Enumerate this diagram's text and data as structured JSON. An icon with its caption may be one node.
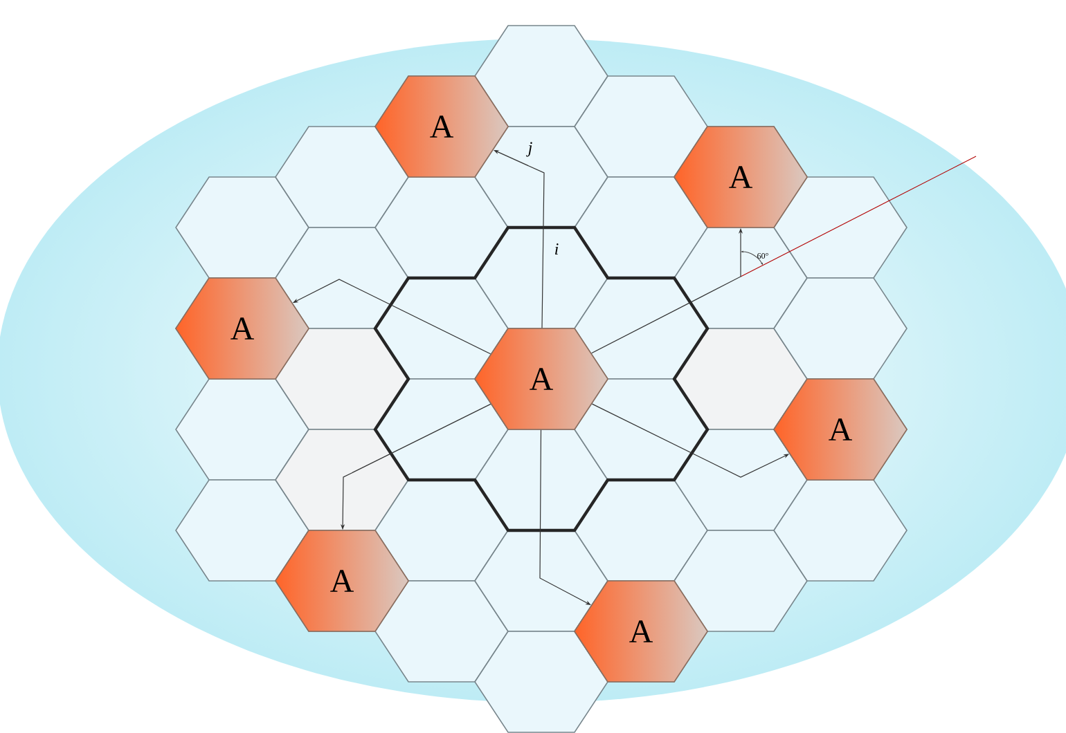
{
  "diagram": {
    "nodes": [
      {
        "text": [
          "A"
        ]
      },
      {
        "text": [
          "A"
        ]
      },
      {
        "text": [
          "A"
        ]
      },
      {
        "text": [
          "A"
        ]
      },
      {
        "text": [
          "A"
        ]
      },
      {
        "text": [
          "A"
        ]
      },
      {
        "text": [
          "A"
        ]
      }
    ],
    "edges": [
      {
        "from": 3,
        "to": 0,
        "arrow": "to"
      },
      {
        "from": 3,
        "to": 1,
        "arrow": "to"
      },
      {
        "from": 3,
        "to": 2,
        "arrow": "to"
      },
      {
        "from": 3,
        "to": 4,
        "arrow": "to"
      },
      {
        "from": 3,
        "to": 5,
        "arrow": "to"
      },
      {
        "from": 3,
        "to": 6,
        "arrow": "to"
      }
    ],
    "labels": [
      "j",
      "i",
      "60°"
    ]
  }
}
